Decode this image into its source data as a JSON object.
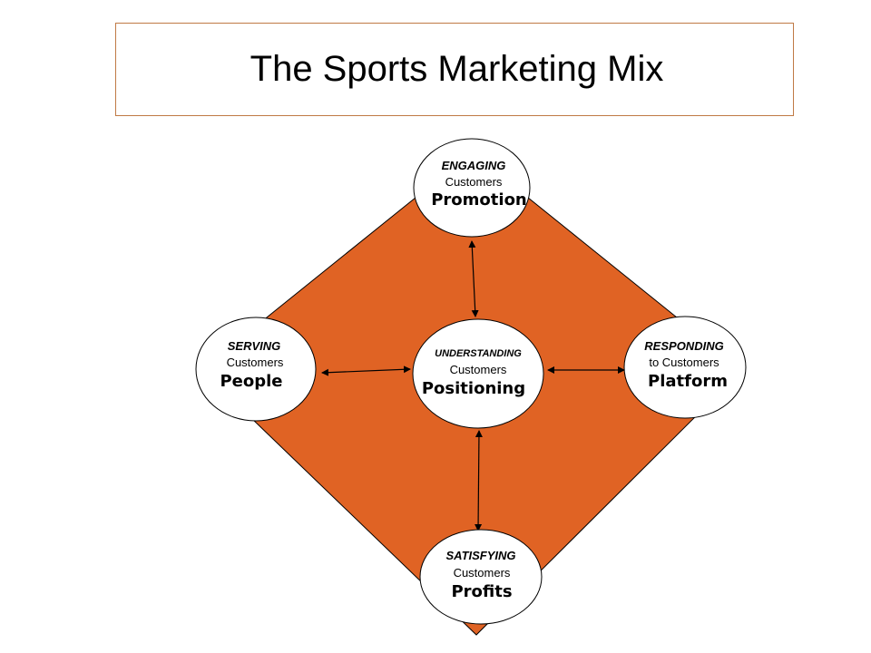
{
  "title": "The Sports Marketing Mix",
  "colors": {
    "diamond_fill": "#e06324",
    "circle_fill": "#ffffff",
    "stroke": "#000000",
    "title_border": "#c07a45"
  },
  "nodes": {
    "top": {
      "verb": "ENGAGING",
      "object": "Customers",
      "p": "Promotion"
    },
    "left": {
      "verb": "SERVING",
      "object": "Customers",
      "p": "People"
    },
    "center": {
      "verb": "UNDERSTANDING",
      "object": "Customers",
      "p": "Positioning"
    },
    "right": {
      "verb": "RESPONDING",
      "object": "to Customers",
      "p": "Platform"
    },
    "bottom": {
      "verb": "SATISFYING",
      "object": "Customers",
      "p": "Profits"
    }
  }
}
